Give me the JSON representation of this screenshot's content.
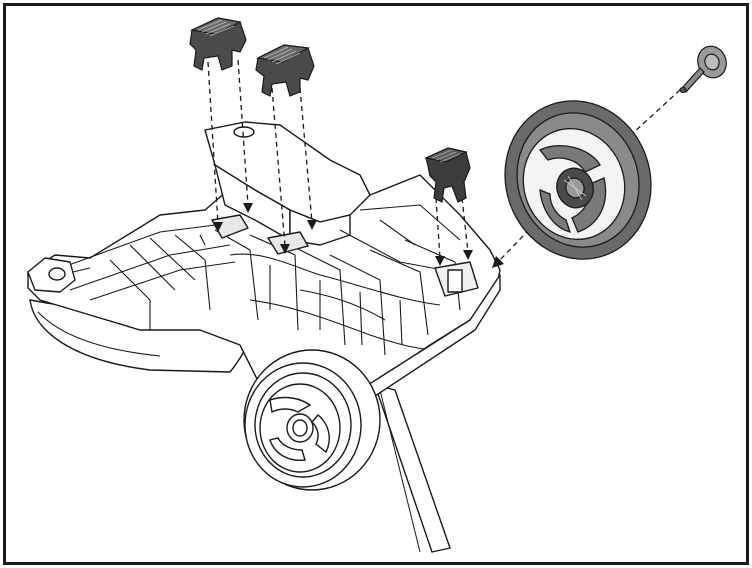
{
  "diagram": {
    "parts": [
      {
        "name": "clip-top-left",
        "fill": "#4a4a4a"
      },
      {
        "name": "clip-top-middle",
        "fill": "#4a4a4a"
      },
      {
        "name": "clip-right",
        "fill": "#3c3c3c"
      },
      {
        "name": "wheel",
        "fill": "#6a6a6a"
      },
      {
        "name": "axle-pin",
        "fill": "#9a9a9a"
      }
    ],
    "colors": {
      "line": "#1a1a1a",
      "frame": "#1a1a1a",
      "background": "#ffffff",
      "part_dark": "#4a4a4a",
      "part_mid": "#8a8a8a"
    }
  }
}
